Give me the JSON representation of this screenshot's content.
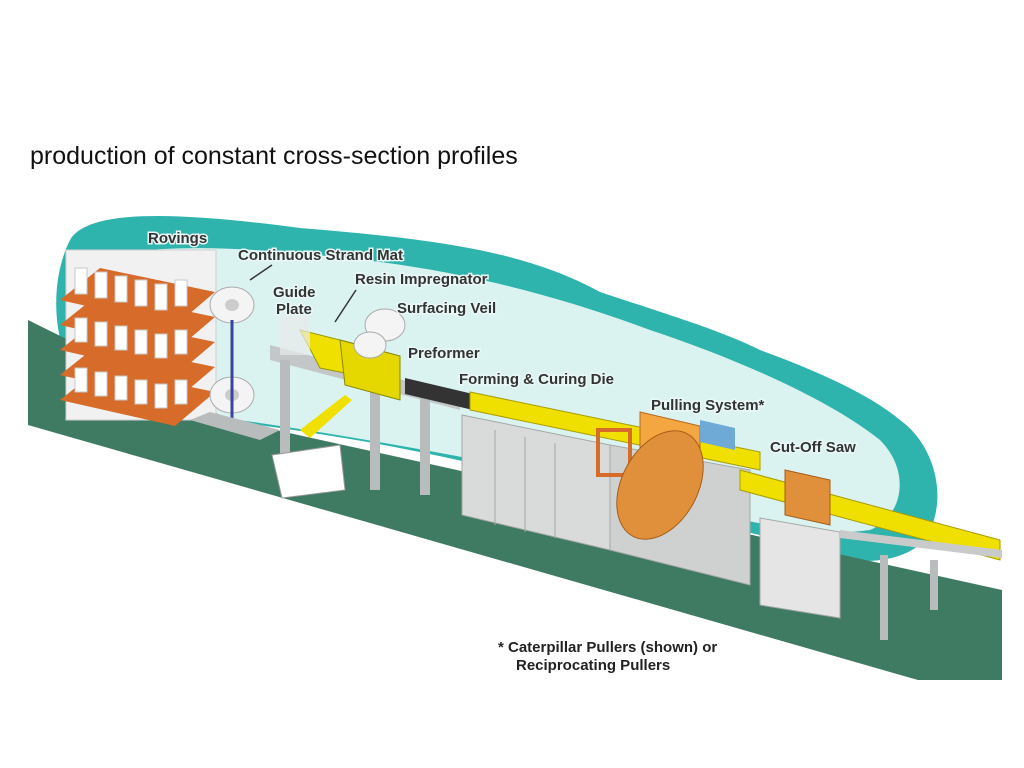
{
  "title": "production of constant cross-section profiles",
  "colors": {
    "floor": "#3f7a62",
    "background_cloud": "#2fb4ad",
    "profile": "#f0e000",
    "frame": "#b9bcbd",
    "pallet": "#d66b2a",
    "puller_belt": "#e0903a",
    "cabinet": "#d9dbda"
  },
  "labels": {
    "rovings": "Rovings",
    "strand_mat": "Continuous Strand Mat",
    "guide_plate_1": "Guide",
    "guide_plate_2": "Plate",
    "resin": "Resin Impregnator",
    "veil": "Surfacing Veil",
    "preformer": "Preformer",
    "die": "Forming & Curing Die",
    "pulling": "Pulling System*",
    "saw": "Cut-Off Saw"
  },
  "footnote": {
    "line1": "* Caterpillar Pullers (shown) or",
    "line2": "Reciprocating Pullers"
  }
}
